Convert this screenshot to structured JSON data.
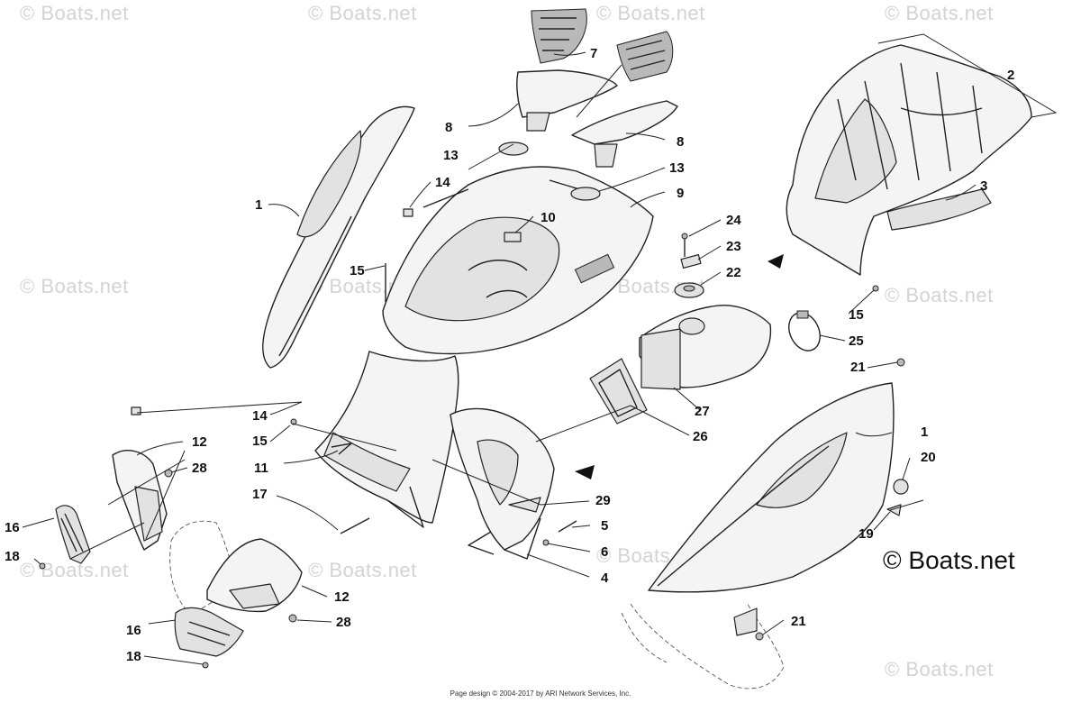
{
  "watermarks": [
    {
      "text": "© Boats.net"
    },
    {
      "text": "© Boats.net"
    },
    {
      "text": "© Boats.net"
    },
    {
      "text": "© Boats.net"
    },
    {
      "text": "© Boats.net"
    },
    {
      "text": "© Boats.net"
    },
    {
      "text": "© Boats.net"
    },
    {
      "text": "© Boats.net"
    },
    {
      "text": "© Boats.net"
    },
    {
      "text": "© Boats.net"
    },
    {
      "text": "© Boats.net"
    },
    {
      "text": "© Boats.net"
    }
  ],
  "brand": "© Boats.net",
  "footer_credit": "Page design © 2004-2017 by ARI Network Services, Inc.",
  "callouts": [
    {
      "label": "1"
    },
    {
      "label": "1"
    },
    {
      "label": "2"
    },
    {
      "label": "3"
    },
    {
      "label": "4"
    },
    {
      "label": "5"
    },
    {
      "label": "6"
    },
    {
      "label": "7"
    },
    {
      "label": "8"
    },
    {
      "label": "8"
    },
    {
      "label": "9"
    },
    {
      "label": "10"
    },
    {
      "label": "11"
    },
    {
      "label": "12"
    },
    {
      "label": "12"
    },
    {
      "label": "13"
    },
    {
      "label": "13"
    },
    {
      "label": "14"
    },
    {
      "label": "14"
    },
    {
      "label": "15"
    },
    {
      "label": "15"
    },
    {
      "label": "15"
    },
    {
      "label": "16"
    },
    {
      "label": "16"
    },
    {
      "label": "17"
    },
    {
      "label": "18"
    },
    {
      "label": "18"
    },
    {
      "label": "19"
    },
    {
      "label": "20"
    },
    {
      "label": "21"
    },
    {
      "label": "21"
    },
    {
      "label": "22"
    },
    {
      "label": "23"
    },
    {
      "label": "24"
    },
    {
      "label": "25"
    },
    {
      "label": "26"
    },
    {
      "label": "27"
    },
    {
      "label": "28"
    },
    {
      "label": "28"
    },
    {
      "label": "29"
    }
  ],
  "colors": {
    "background": "#ffffff",
    "ink": "#111111",
    "watermark": "#d3d3d3"
  }
}
